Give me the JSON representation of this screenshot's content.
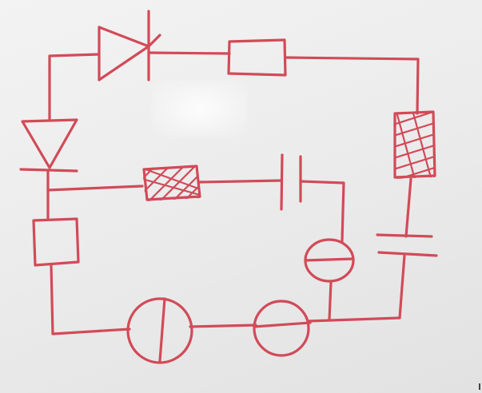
{
  "colors": {
    "ink": "#d24a58",
    "board": "#ececec"
  },
  "components": [
    {
      "type": "thyristor",
      "count": 1
    },
    {
      "type": "resistor",
      "count": 2
    },
    {
      "type": "diode",
      "count": 1
    },
    {
      "type": "inductor",
      "count": 2
    },
    {
      "type": "capacitor",
      "count": 2
    },
    {
      "type": "meter",
      "count": 3
    }
  ]
}
